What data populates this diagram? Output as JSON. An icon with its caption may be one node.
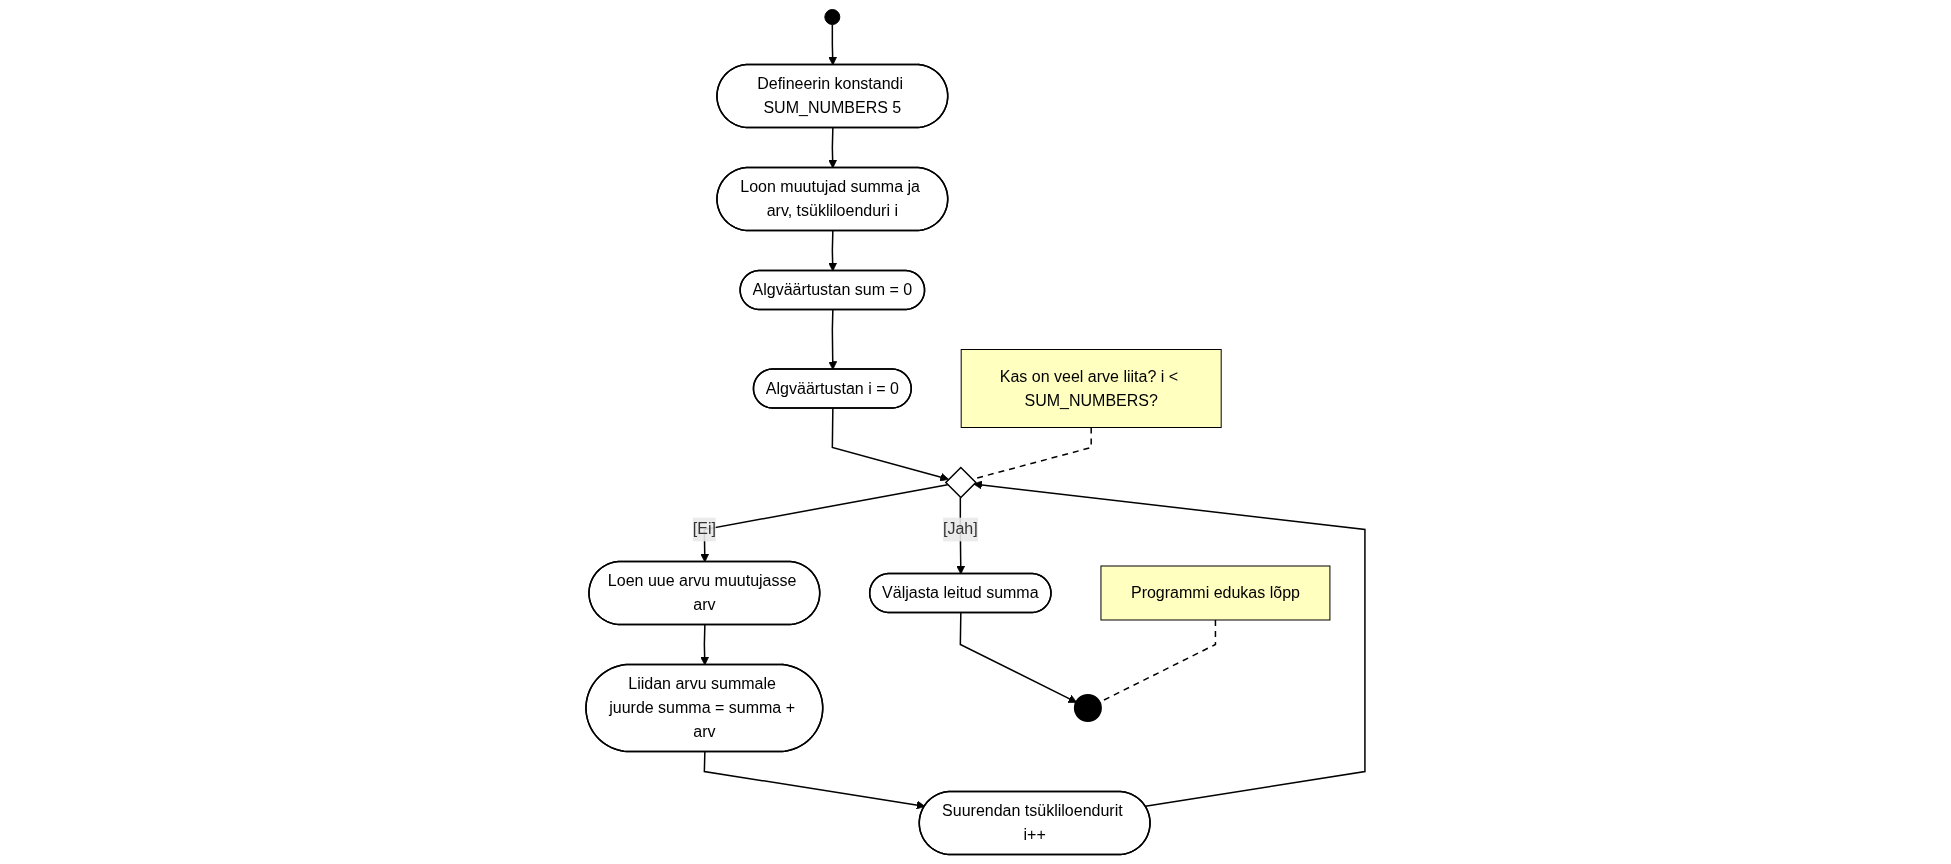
{
  "diagram": {
    "nodes": [
      {
        "text": [],
        "shape": "circle"
      },
      {
        "text": [
          "Defineerin konstandi SUM_NUMBERS 5"
        ]
      },
      {
        "text": [
          "Loon muutujad summa ja arv, tsükliloenduri i"
        ]
      },
      {
        "text": [
          "Algväärtustan sum = 0"
        ]
      },
      {
        "text": [
          "Algväärtustan i = 0"
        ]
      },
      {
        "text": [],
        "shape": "diamond"
      },
      {
        "text": [
          "Kas on veel arve liita? i < SUM_NUMBERS?"
        ]
      },
      {
        "text": [
          "Väljasta leitud summa"
        ]
      },
      {
        "text": [
          "Loen uue arvu muutujasse arv"
        ]
      },
      {
        "text": [
          "Liidan arvu summale juurde summa = summa + arv"
        ]
      },
      {
        "text": [
          "Suurendan tsükliloendurit i++"
        ]
      },
      {
        "text": [],
        "shape": "bullseye"
      },
      {
        "text": [
          "Programmi edukas lõpp"
        ]
      }
    ],
    "edges": [
      {
        "from": 0,
        "to": 1,
        "arrow": "to"
      },
      {
        "from": 1,
        "to": 2,
        "arrow": "to"
      },
      {
        "from": 2,
        "to": 3,
        "arrow": "to"
      },
      {
        "from": 3,
        "to": 4,
        "arrow": "to"
      },
      {
        "from": 4,
        "to": 5,
        "arrow": "to"
      },
      {
        "from": 5,
        "to": 7,
        "arrow": "to",
        "label": "[Jah]"
      },
      {
        "from": 5,
        "to": 8,
        "arrow": "to",
        "label": "[Ei]"
      },
      {
        "from": 8,
        "to": 9,
        "arrow": "to"
      },
      {
        "from": 9,
        "to": 10,
        "arrow": "to"
      },
      {
        "from": 10,
        "to": 5,
        "arrow": "to"
      },
      {
        "from": 7,
        "to": 11,
        "arrow": "to"
      },
      {
        "from": 6,
        "to": 5,
        "arrow": "none",
        "style": "dashed"
      },
      {
        "from": 12,
        "to": 11,
        "arrow": "none",
        "style": "dashed"
      }
    ]
  }
}
